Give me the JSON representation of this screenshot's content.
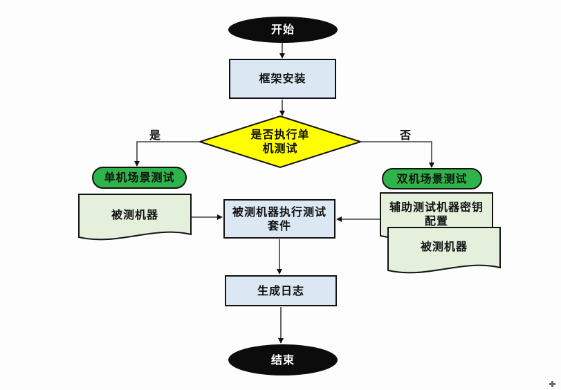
{
  "flowchart": {
    "nodes": {
      "start": {
        "label": "开始",
        "type": "terminal"
      },
      "framework_install": {
        "label": "框架安装",
        "type": "process"
      },
      "decision_single_test": {
        "label": "是否执行单机测试",
        "type": "decision"
      },
      "single_scenario": {
        "label": "单机场景测试",
        "type": "scenario"
      },
      "dual_scenario": {
        "label": "双机场景测试",
        "type": "scenario"
      },
      "tested_machine_left": {
        "label": "被测机器",
        "type": "document"
      },
      "execute_test_suite": {
        "label": "被测机器执行测试套件",
        "type": "process"
      },
      "aux_machine_key_config": {
        "label": "辅助测试机器密钥配置",
        "type": "document"
      },
      "tested_machine_right": {
        "label": "被测机器",
        "type": "document"
      },
      "generate_log": {
        "label": "生成日志",
        "type": "process"
      },
      "end": {
        "label": "结束",
        "type": "terminal"
      }
    },
    "edge_labels": {
      "yes": "是",
      "no": "否"
    },
    "colors": {
      "terminal_fill": "#0c0c0c",
      "terminal_text": "#ffffff",
      "process_fill": "#dbe8f4",
      "decision_fill": "#ffff00",
      "scenario_fill": "#2eb44a",
      "document_fill": "#e4efdc",
      "border": "#111111",
      "arrow": "#404040"
    }
  }
}
